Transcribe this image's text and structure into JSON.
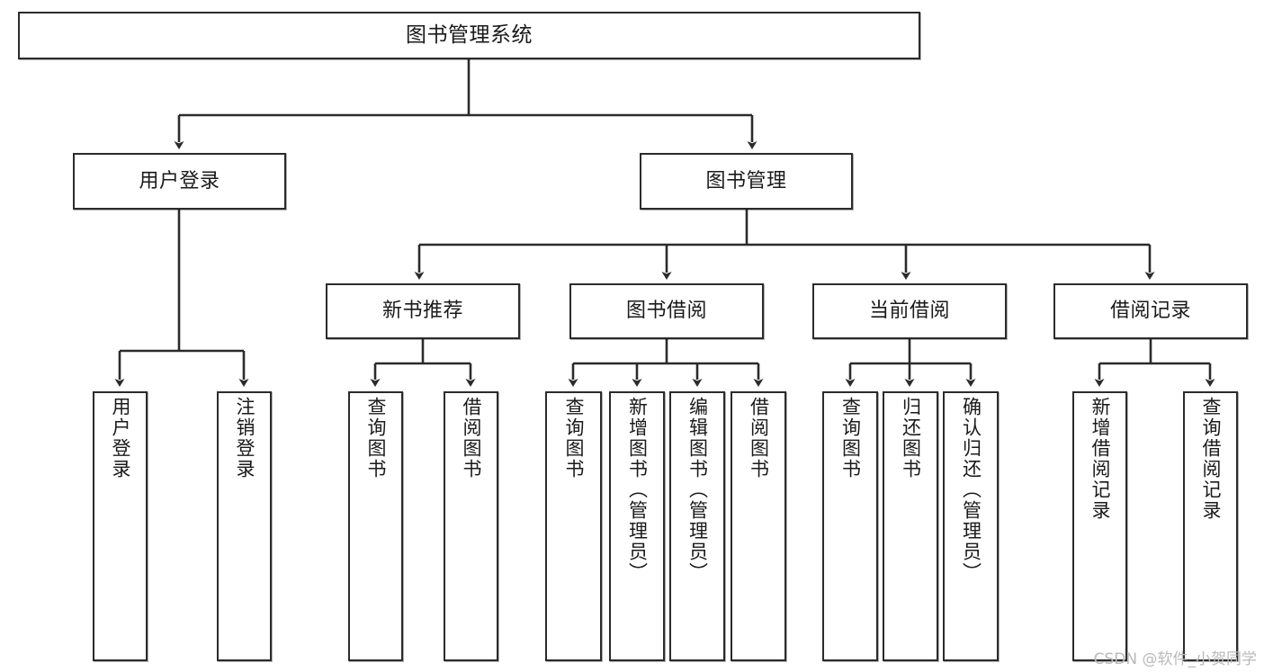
{
  "diagram": {
    "type": "tree",
    "title": "图书管理系统",
    "orientation": "top-down",
    "colors": {
      "box_border": "#2b2b2b",
      "box_fill": "#ffffff",
      "connector": "#2b2b2b",
      "text": "#1a1a1a",
      "watermark": "#b9b9b9"
    },
    "root": {
      "label": "图书管理系统"
    },
    "level2": [
      {
        "label": "用户登录"
      },
      {
        "label": "图书管理"
      }
    ],
    "level3": [
      {
        "label": "新书推荐"
      },
      {
        "label": "图书借阅"
      },
      {
        "label": "当前借阅"
      },
      {
        "label": "借阅记录"
      }
    ],
    "leaves": {
      "user_login": [
        {
          "label": "用户登录"
        },
        {
          "label": "注销登录"
        }
      ],
      "new_book_recommend": [
        {
          "label": "查询图书"
        },
        {
          "label": "借阅图书"
        }
      ],
      "book_borrow": [
        {
          "label": "查询图书"
        },
        {
          "label": "新增图书（管理员）"
        },
        {
          "label": "编辑图书（管理员）"
        },
        {
          "label": "借阅图书"
        }
      ],
      "current_borrow": [
        {
          "label": "查询图书"
        },
        {
          "label": "归还图书"
        },
        {
          "label": "确认归还（管理员）"
        }
      ],
      "borrow_record": [
        {
          "label": "新增借阅记录"
        },
        {
          "label": "查询借阅记录"
        }
      ]
    }
  },
  "watermark": {
    "text": "CSDN @软件_小贺同学"
  }
}
